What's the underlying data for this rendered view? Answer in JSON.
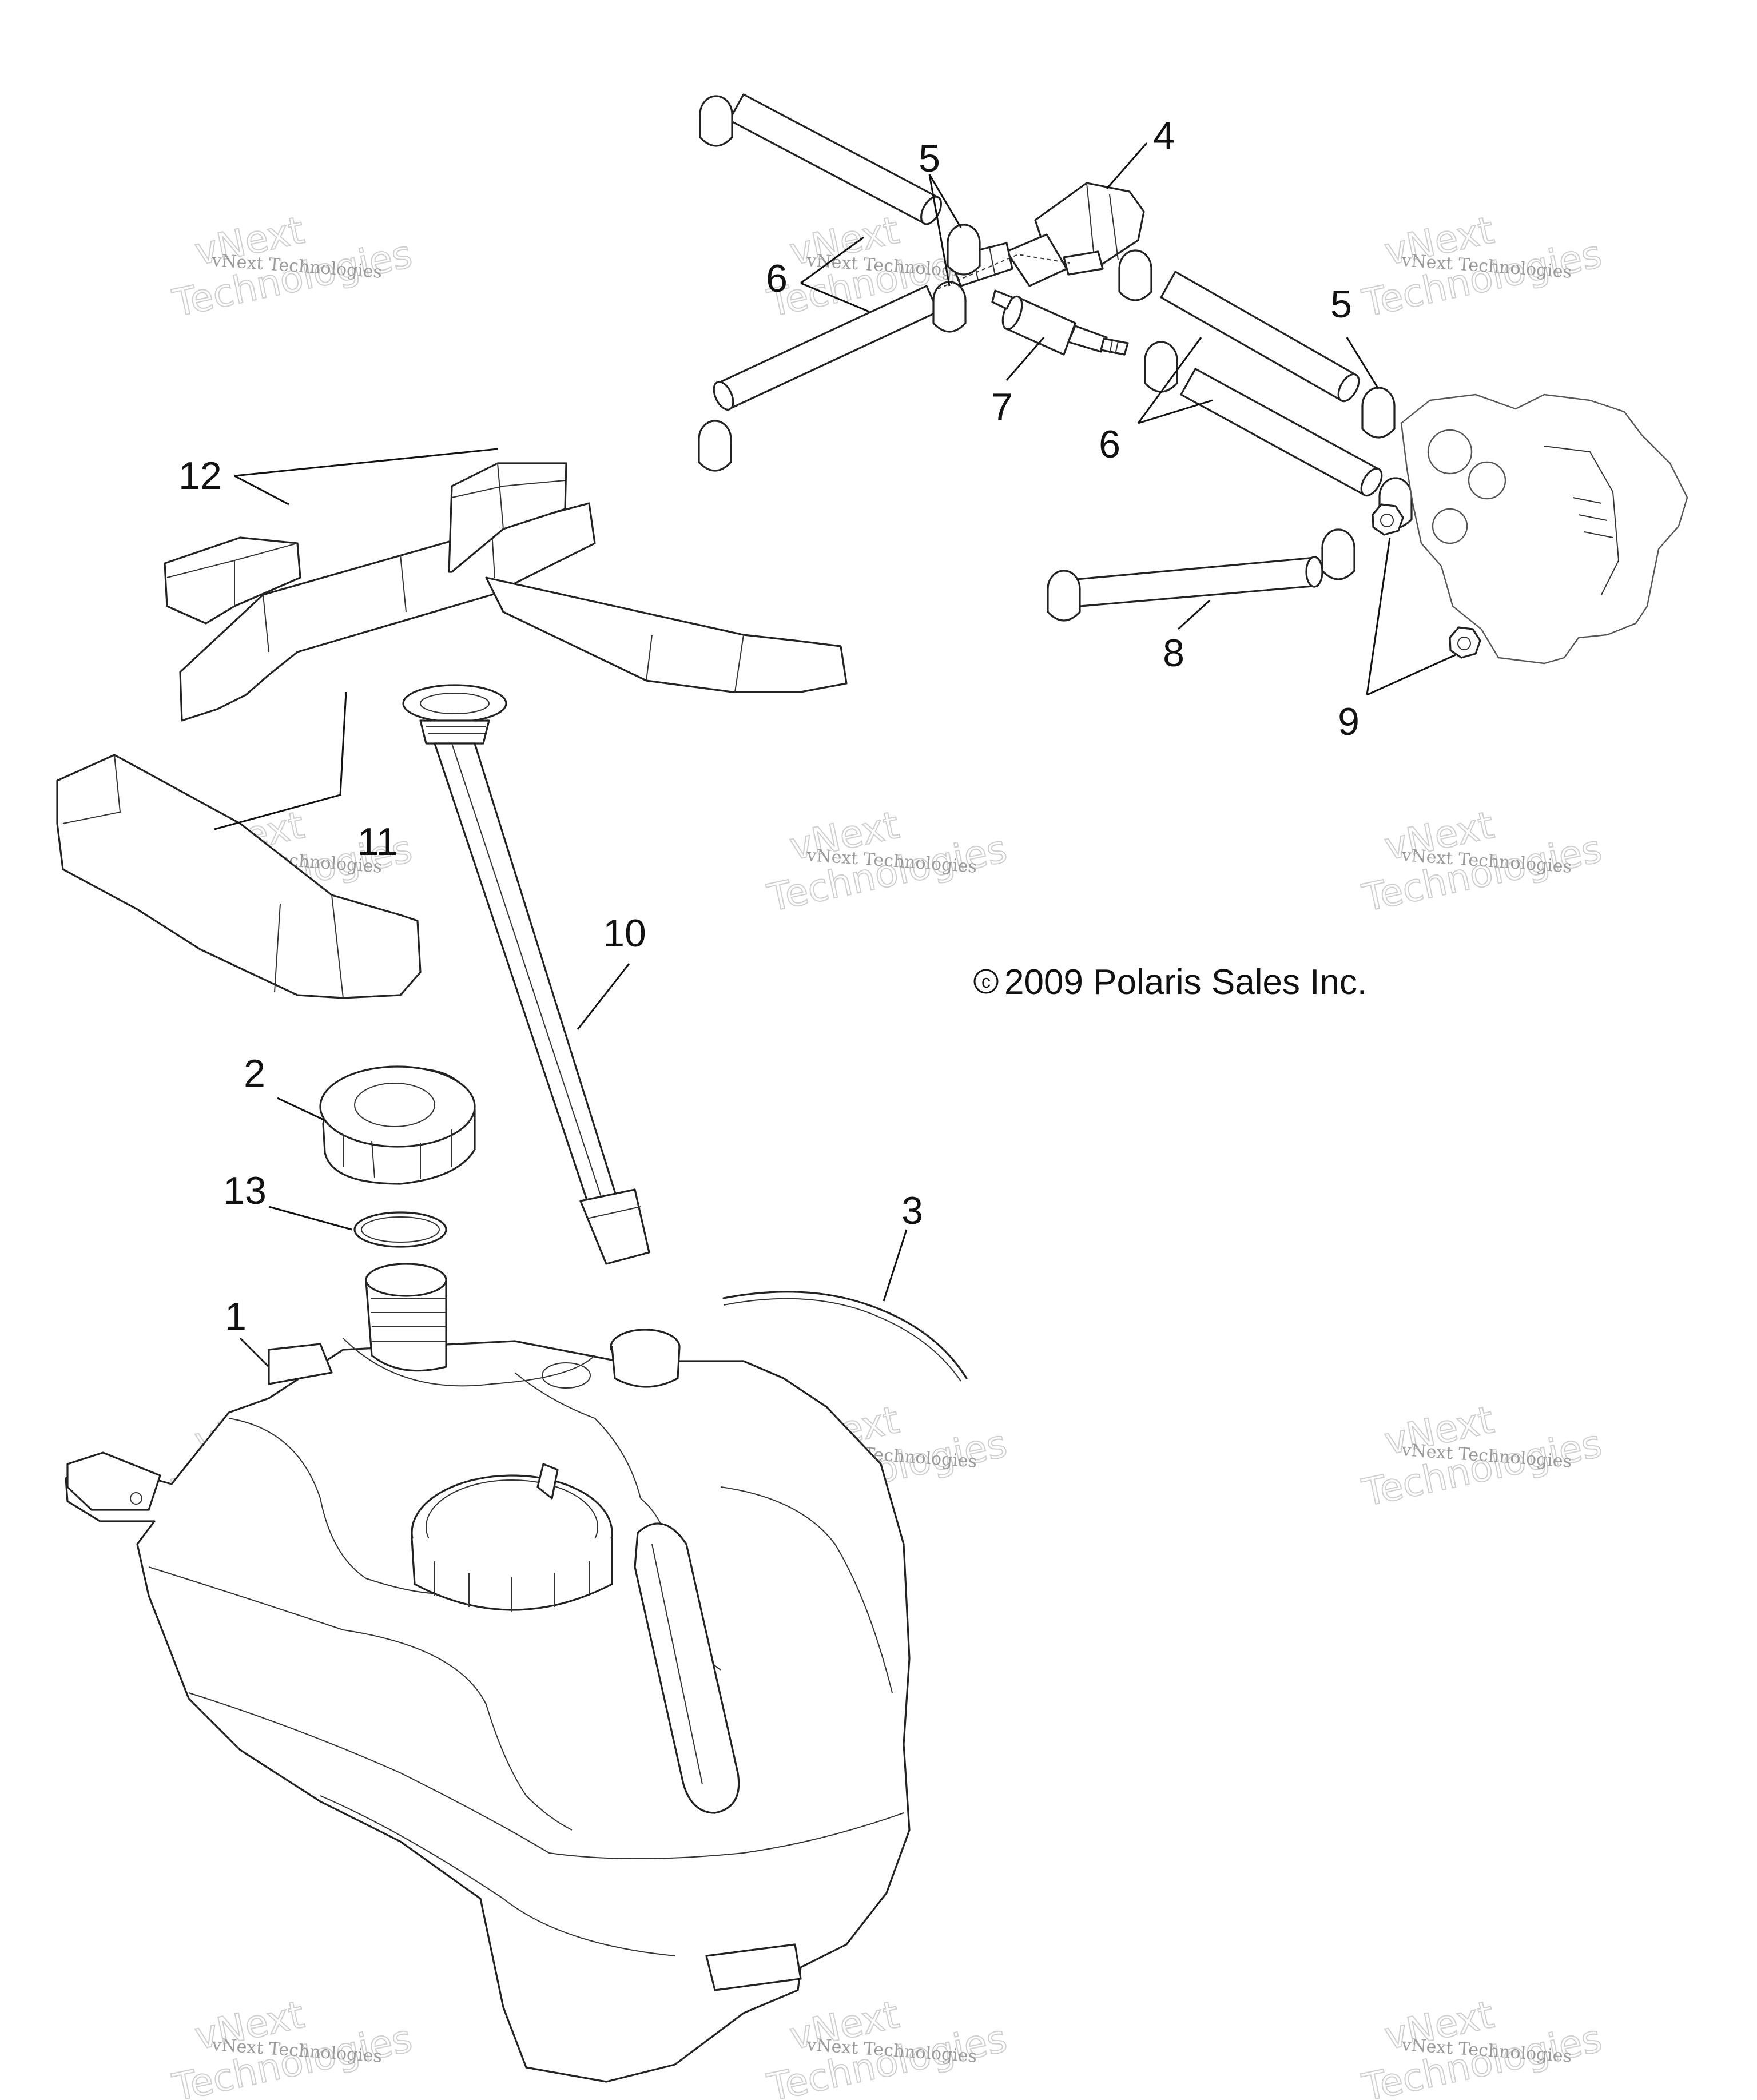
{
  "callouts": [
    "1",
    "2",
    "3",
    "4",
    "5",
    "5",
    "6",
    "6",
    "7",
    "8",
    "9",
    "10",
    "11",
    "12",
    "13"
  ],
  "copyright": "2009 Polaris Sales Inc.",
  "copyright_symbol": "c",
  "watermark": {
    "line1": "vNext",
    "line2": "Technologies",
    "small": "vNext Technologies"
  }
}
